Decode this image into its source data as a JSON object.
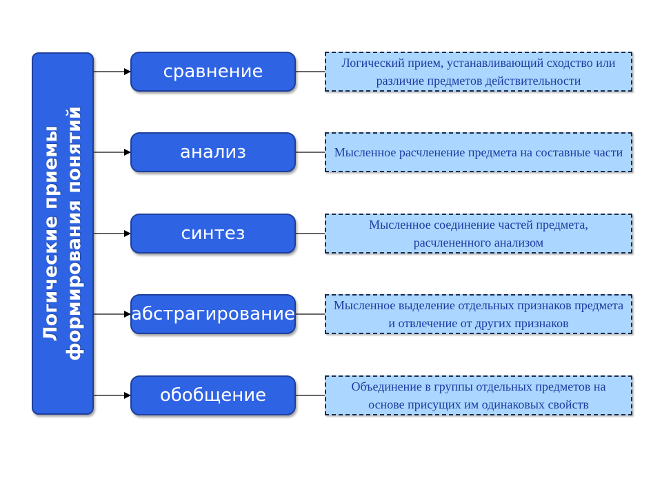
{
  "diagram": {
    "title": "Логические приемы формирования понятий",
    "colors": {
      "primary_box": "#2e63e4",
      "primary_border": "#1e3f9c",
      "definition_box": "#aad6ff",
      "definition_text": "#1f3aa0",
      "connector": "#666666"
    },
    "items": [
      {
        "concept": "сравнение",
        "definition": "Логический прием, устанавливающий сходство или различие предметов действительности"
      },
      {
        "concept": "анализ",
        "definition": "Мысленное расчленение предмета на составные части"
      },
      {
        "concept": "синтез",
        "definition": "Мысленное соединение частей предмета, расчлененного анализом"
      },
      {
        "concept": "абстрагирование",
        "definition": "Мысленное выделение отдельных признаков предмета и отвлечение от других признаков"
      },
      {
        "concept": "обобщение",
        "definition": "Объединение в группы отдельных предметов на основе присущих им одинаковых свойств"
      }
    ]
  }
}
